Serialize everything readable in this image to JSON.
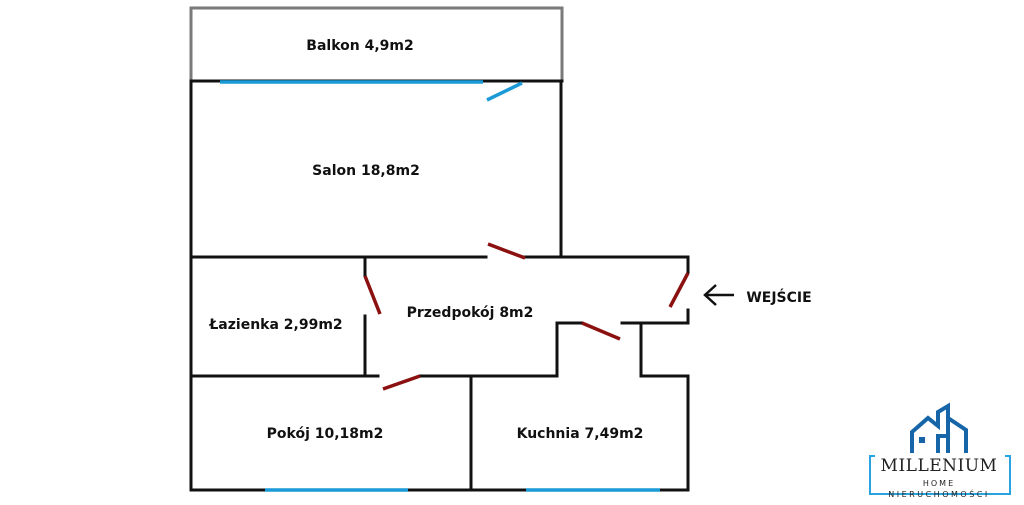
{
  "rooms": {
    "balkon": "Balkon 4,9m2",
    "salon": "Salon 18,8m2",
    "przedpokoj": "Przedpokój 8m2",
    "lazienka": "Łazienka 2,99m2",
    "pokoj": "Pokój 10,18m2",
    "kuchnia": "Kuchnia 7,49m2"
  },
  "entrance": {
    "label": "WEJŚCIE",
    "icon": "arrow-left-icon"
  },
  "logo": {
    "name": "MILLENIUM",
    "sub": "HOME",
    "tagline": "NIERUCHOMOŚCI"
  },
  "colors": {
    "wall": "#111111",
    "window": "#1a9ad6",
    "door": "#8b1010",
    "balcony": "#7a7a7a",
    "logo": "#1565a8"
  }
}
